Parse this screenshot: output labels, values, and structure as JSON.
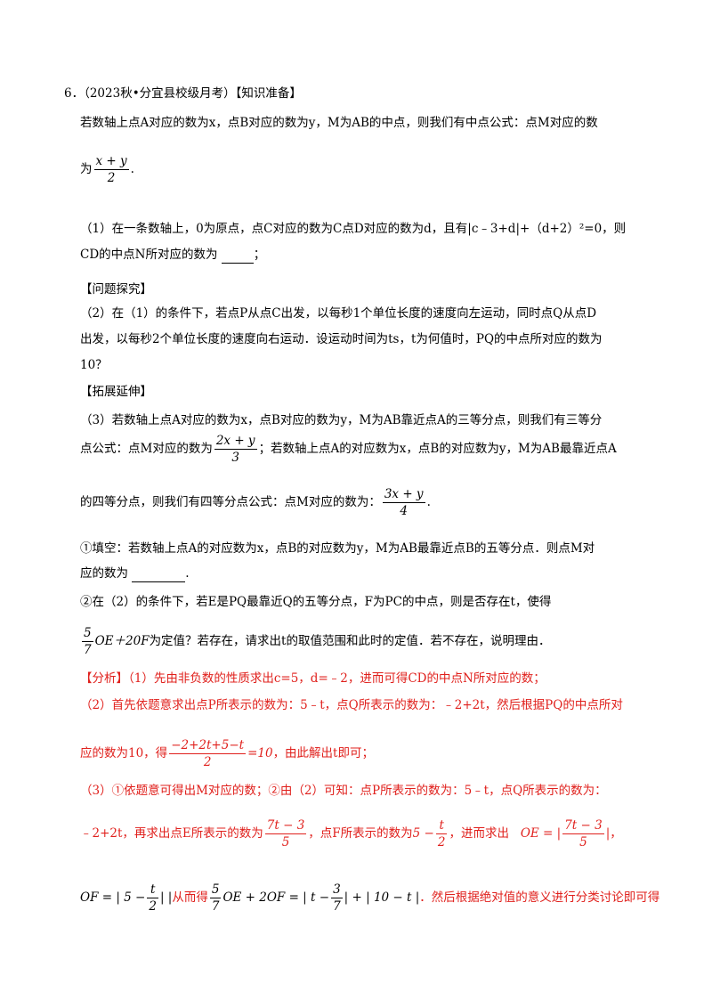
{
  "problem": {
    "number": "6．",
    "source": "（2023秋•分宜县校级月考）【知识准备】",
    "intro_1": "若数轴上点A对应的数为x，点B对应的数为y，M为AB的中点，则我们有中点公式：点M对应的数",
    "intro_2_prefix": "为",
    "frac_mid_num": "x + y",
    "frac_mid_den": "2",
    "intro_2_suffix": ".",
    "q1_a": "（1）在一条数轴上，0为原点，点C对应的数为C点D对应的数为d，且有|c﹣3+d|+（d+2）²=0，则",
    "q1_b": "CD的中点N所对应的数为 ",
    "q1_b_end": "；",
    "section_2": "【问题探究】",
    "q2_a": "（2）在（1）的条件下，若点P从点C出发，以每秒1个单位长度的速度向左运动，同时点Q从点D",
    "q2_b": "出发，以每秒2个单位长度的速度向右运动．设运动时间为ts，t为何值时，PQ的中点所对应的数为",
    "q2_c": "10？",
    "section_3": "【拓展延伸】",
    "q3_a": "（3）若数轴上点A对应的数为x，点B对应的数为y，M为AB靠近点A的三等分点，则我们有三等分",
    "q3_b_prefix": "点公式：点M对应的数为",
    "frac_3_num": "2x + y",
    "frac_3_den": "3",
    "q3_b_suffix": "；若数轴上点A的对应数为x，点B的对应数为y，M为AB最靠近点A",
    "q3_c_prefix": "的四等分点，则我们有四等分点公式：点M对应的数为：",
    "frac_4_num": "3x + y",
    "frac_4_den": "4",
    "q3_c_suffix": ".",
    "q3_1_a": "①填空：若数轴上点A的对应数为x，点B的对应数为y，M为AB最靠近点B的五等分点．则点M对",
    "q3_1_b": "应的数为 ",
    "q3_1_b_end": ".",
    "q3_2_a": "②在（2）的条件下，若E是PQ最靠近Q的五等分点，F为PC的中点，则是否存在t，使得",
    "q3_2_frac_num": "5",
    "q3_2_frac_den": "7",
    "q3_2_b_expr": "OE＋20F",
    "q3_2_b_text": "为定值？若存在，请求出t的取值范围和此时的定值．若不存在，说明理由．"
  },
  "analysis": {
    "a1": "【分析】（1）先由非负数的性质求出c=5，d=﹣2，进而可得CD的中点N所对应的数；",
    "a2": "（2）首先依题意求出点P所表示的数为：5﹣t，点Q所表示的数为：﹣2+2t，然后根据PQ的中点所对",
    "a3_prefix": "应的数为10，得",
    "a3_frac_num": "−2+2t+5−t",
    "a3_frac_den": "2",
    "a3_eq": "=10",
    "a3_suffix": "，由此解出t即可；",
    "a4": "（3）①依题意可得出M对应的数；②由（2）可知：点P所表示的数为：5﹣t，点Q所表示的数为：",
    "a5_prefix": "﹣2+2t，再求出点E所表示的数为",
    "a5_frac_num": "7t − 3",
    "a5_frac_den": "5",
    "a5_mid": "，点F所表示的数为",
    "a5_f_lead": "5 −",
    "a5_f_num": "t",
    "a5_f_den": "2",
    "a5_mid2": "，进而求出",
    "a5_oe_label": "OE = |",
    "a5_oe_num": "7t − 3",
    "a5_oe_den": "5",
    "a5_oe_end": "|，",
    "a6_of_label": "OF = | 5 −",
    "a6_of_num": "t",
    "a6_of_den": "2",
    "a6_of_end": "| |",
    "a6_text1": "从而得",
    "a6_f57_num": "5",
    "a6_f57_den": "7",
    "a6_expr": "OE + 2OF = | t −",
    "a6_f37_num": "3",
    "a6_f37_den": "7",
    "a6_expr2": "| + | 10 − t |",
    "a6_text2": "．然后根据绝对值的意义进行分类讨论即可得"
  }
}
